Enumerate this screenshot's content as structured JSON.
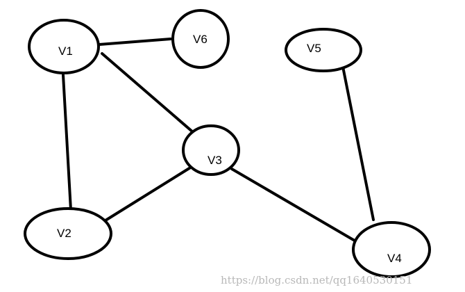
{
  "graph": {
    "nodes": [
      {
        "id": "v1",
        "label": "V1"
      },
      {
        "id": "v6",
        "label": "V6"
      },
      {
        "id": "v5",
        "label": "V5"
      },
      {
        "id": "v3",
        "label": "V3"
      },
      {
        "id": "v2",
        "label": "V2"
      },
      {
        "id": "v4",
        "label": "V4"
      }
    ],
    "edges": [
      {
        "from": "V1",
        "to": "V6"
      },
      {
        "from": "V1",
        "to": "V3"
      },
      {
        "from": "V1",
        "to": "V2"
      },
      {
        "from": "V2",
        "to": "V3"
      },
      {
        "from": "V3",
        "to": "V4"
      },
      {
        "from": "V5",
        "to": "V4"
      }
    ]
  },
  "watermark": "https://blog.csdn.net/qq1640530151",
  "colors": {
    "stroke": "#000000",
    "node_fill": "#ffffff",
    "watermark": "#b8b8b8"
  }
}
